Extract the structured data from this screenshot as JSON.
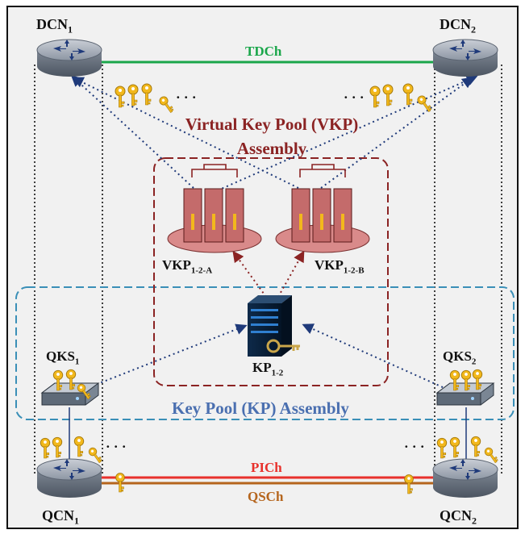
{
  "diagram": {
    "nodes": {
      "dcn1": {
        "label": "DCN",
        "sub": "1"
      },
      "dcn2": {
        "label": "DCN",
        "sub": "2"
      },
      "qcn1": {
        "label": "QCN",
        "sub": "1"
      },
      "qcn2": {
        "label": "QCN",
        "sub": "2"
      },
      "qks1": {
        "label": "QKS",
        "sub": "1"
      },
      "qks2": {
        "label": "QKS",
        "sub": "2"
      },
      "kp": {
        "label": "KP",
        "sub": "1-2"
      },
      "vkp_a": {
        "label": "VKP",
        "sub": "1-2-A"
      },
      "vkp_b": {
        "label": "VKP",
        "sub": "1-2-B"
      }
    },
    "channels": {
      "tdch": "TDCh",
      "pich": "PICh",
      "qsch": "QSCh"
    },
    "regions": {
      "vkp_title_line1": "Virtual Key Pool (VKP)",
      "vkp_title_line2": "Assembly",
      "kp_title": "Key Pool (KP) Assembly"
    },
    "ellipsis": "· · ·",
    "colors": {
      "tdch": "#1aa64a",
      "pich": "#e8312c",
      "qsch": "#b5651d",
      "vkp_region": "#8b2323",
      "kp_region": "#3a8fb7",
      "kp_text": "#4a6fb0",
      "key": "#f2b81c",
      "arrow": "#1f3a7a"
    }
  }
}
